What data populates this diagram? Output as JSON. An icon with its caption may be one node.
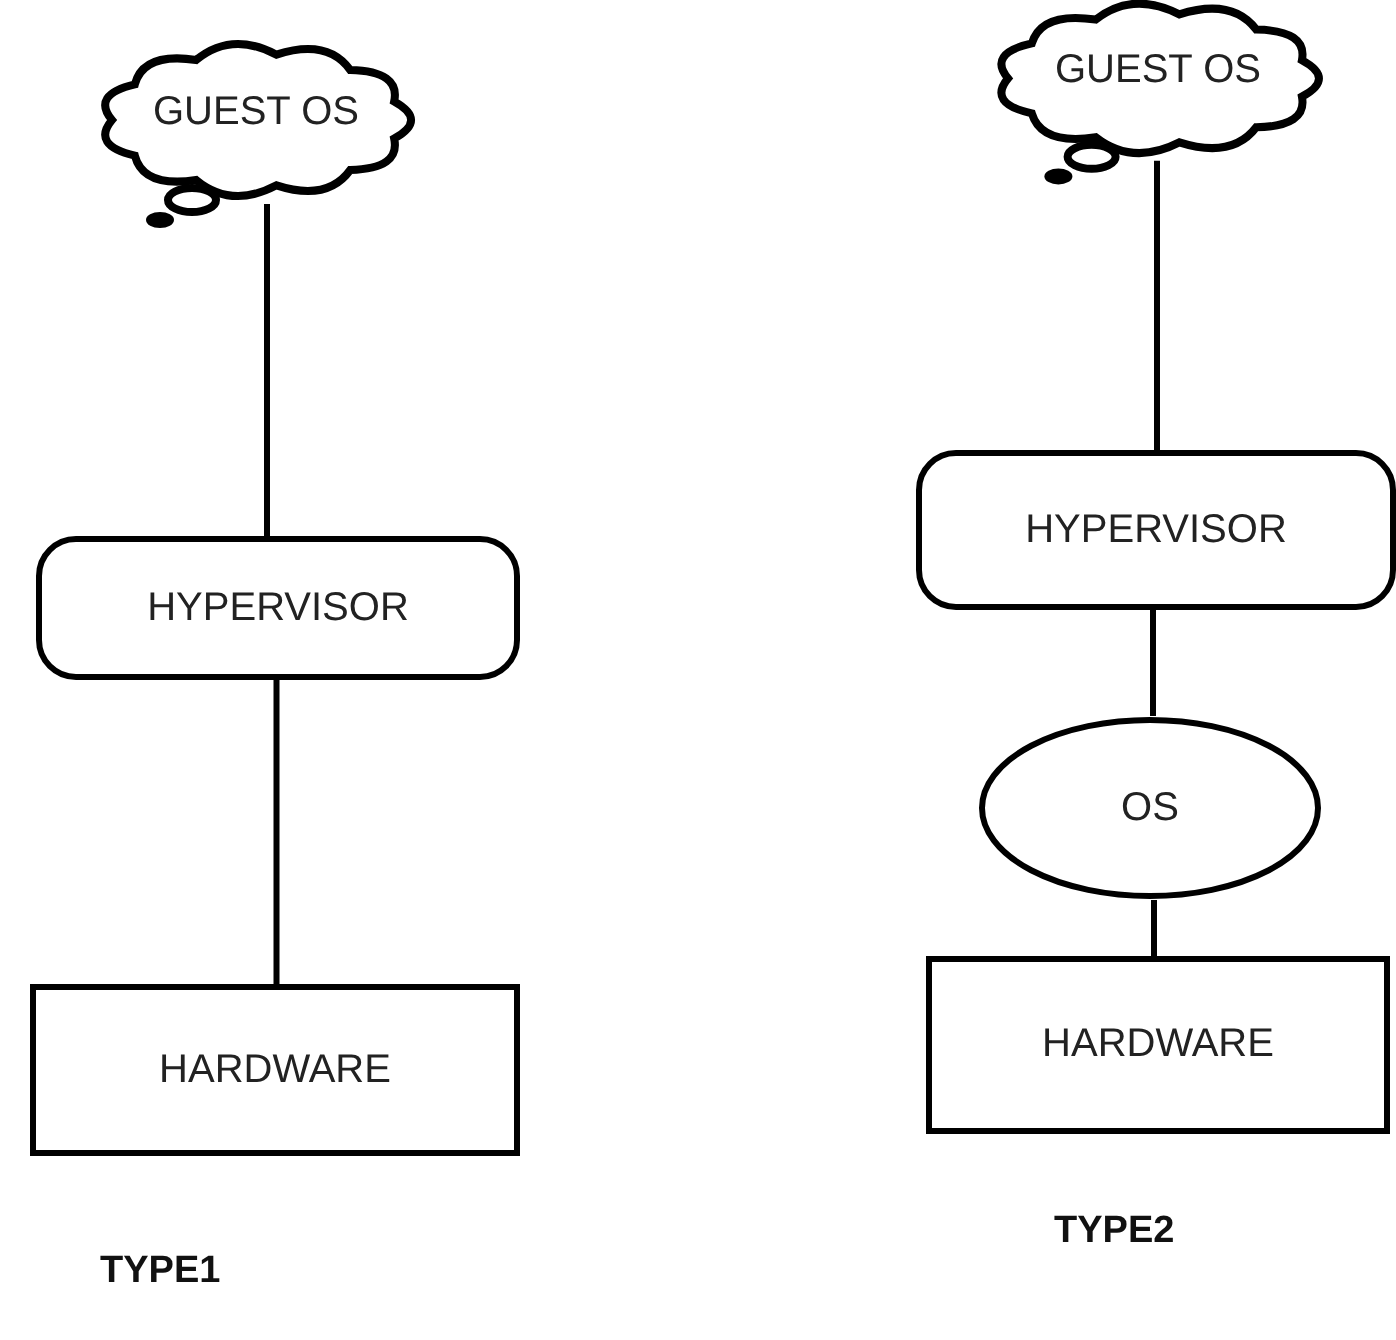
{
  "diagram": {
    "nodes": [
      {
        "text": [
          "GUEST OS"
        ]
      },
      {
        "text": [
          "HYPERVISOR"
        ]
      },
      {
        "text": [
          "HARDWARE"
        ]
      },
      {
        "text": [
          "GUEST OS"
        ]
      },
      {
        "text": [
          "HYPERVISOR"
        ]
      },
      {
        "text": [
          "OS"
        ]
      },
      {
        "text": [
          "HARDWARE"
        ]
      }
    ],
    "edges": [
      {
        "from": 0,
        "to": 1,
        "arrow": "none"
      },
      {
        "from": 1,
        "to": 2,
        "arrow": "none"
      },
      {
        "from": 3,
        "to": 4,
        "arrow": "none"
      },
      {
        "from": 4,
        "to": 5,
        "arrow": "none"
      },
      {
        "from": 5,
        "to": 6,
        "arrow": "none"
      }
    ],
    "labels": [
      "TYPE1",
      "TYPE2"
    ]
  }
}
